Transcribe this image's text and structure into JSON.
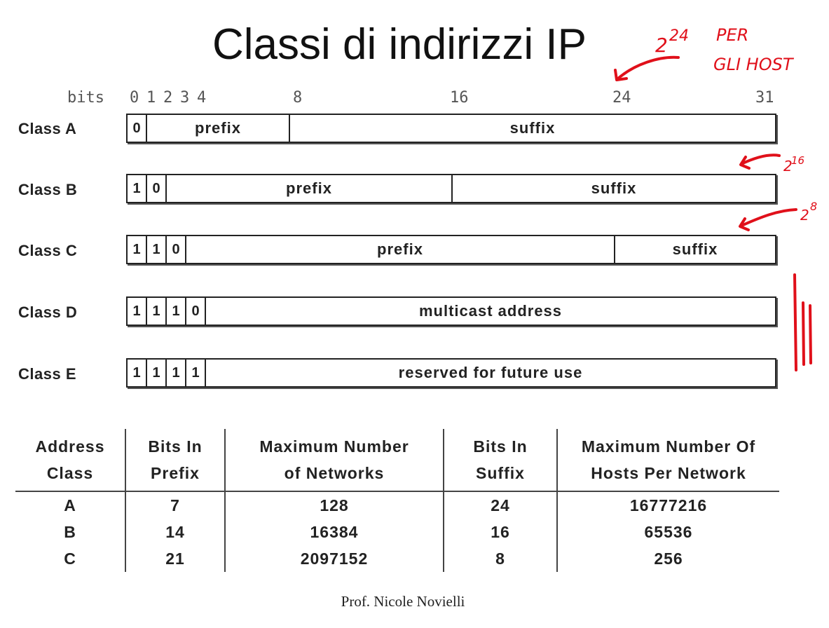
{
  "title": "Classi di indirizzi IP",
  "bit_ruler": {
    "label": "bits",
    "positions": [
      "0",
      "1",
      "2",
      "3",
      "4",
      "8",
      "16",
      "24",
      "31"
    ]
  },
  "classes": [
    {
      "label": "Class A",
      "bits": [
        "0"
      ],
      "fields": [
        {
          "label": "prefix"
        },
        {
          "label": "suffix"
        }
      ]
    },
    {
      "label": "Class B",
      "bits": [
        "1",
        "0"
      ],
      "fields": [
        {
          "label": "prefix"
        },
        {
          "label": "suffix"
        }
      ]
    },
    {
      "label": "Class C",
      "bits": [
        "1",
        "1",
        "0"
      ],
      "fields": [
        {
          "label": "prefix"
        },
        {
          "label": "suffix"
        }
      ]
    },
    {
      "label": "Class D",
      "bits": [
        "1",
        "1",
        "1",
        "0"
      ],
      "fields": [
        {
          "label": "multicast address"
        }
      ]
    },
    {
      "label": "Class E",
      "bits": [
        "1",
        "1",
        "1",
        "1"
      ],
      "fields": [
        {
          "label": "reserved for future use"
        }
      ]
    }
  ],
  "table": {
    "headers": [
      [
        "Address",
        "Class"
      ],
      [
        "Bits In",
        "Prefix"
      ],
      [
        "Maximum Number",
        "of Networks"
      ],
      [
        "Bits In",
        "Suffix"
      ],
      [
        "Maximum Number Of",
        "Hosts Per Network"
      ]
    ],
    "rows": [
      [
        "A",
        "7",
        "128",
        "24",
        "16777216"
      ],
      [
        "B",
        "14",
        "16384",
        "16",
        "65536"
      ],
      [
        "C",
        "21",
        "2097152",
        "8",
        "256"
      ]
    ]
  },
  "annotations": {
    "top": {
      "base": "2",
      "exp": "24",
      "note_line1": "PER",
      "note_line2": "GLI HOST"
    },
    "class_b": {
      "base": "2",
      "exp": "16"
    },
    "class_c": {
      "base": "2",
      "exp": "8"
    },
    "ink_color": "#e0101a"
  },
  "footer": "Prof. Nicole Novielli"
}
